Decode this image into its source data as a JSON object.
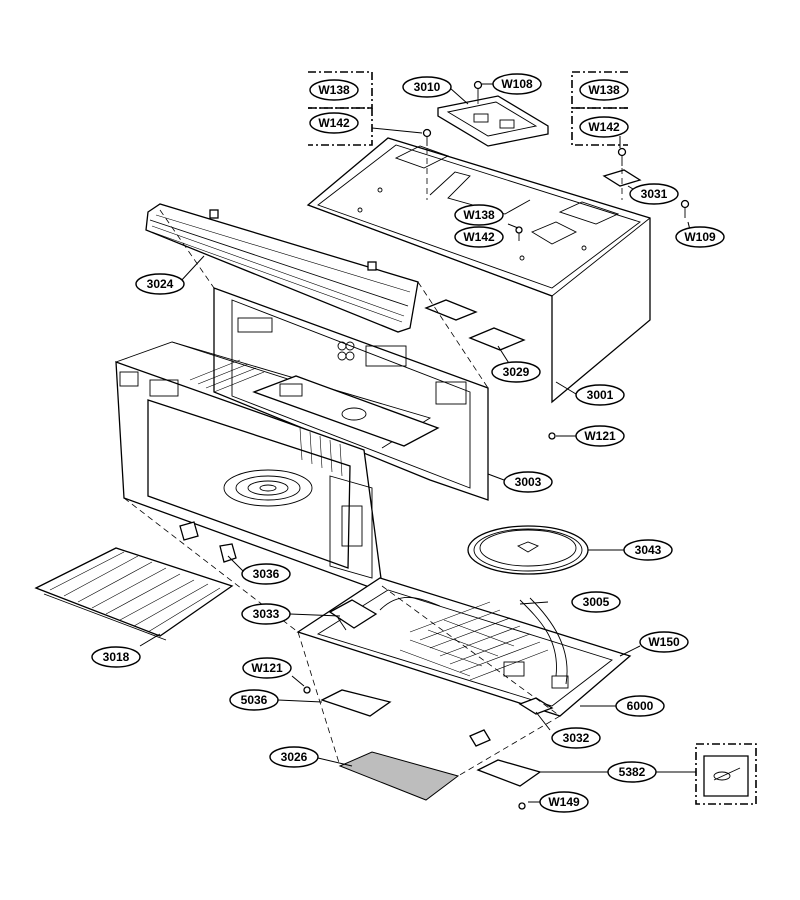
{
  "callouts": {
    "p3010": "3010",
    "w108": "W108",
    "w138_left": "W138",
    "w142_left": "W142",
    "w138_right": "W138",
    "w142_right": "W142",
    "p3031": "3031",
    "w109": "W109",
    "w138_mid": "W138",
    "w142_mid": "W142",
    "p3024": "3024",
    "p3029": "3029",
    "p3001": "3001",
    "w121_top": "W121",
    "p3003": "3003",
    "p3043": "3043",
    "p3036": "3036",
    "p3005": "3005",
    "p3033": "3033",
    "p3018": "3018",
    "w150": "W150",
    "w121_bottom": "W121",
    "p5036": "5036",
    "p6000": "6000",
    "p3032": "3032",
    "p3026": "3026",
    "p5382": "5382",
    "w149": "W149"
  }
}
